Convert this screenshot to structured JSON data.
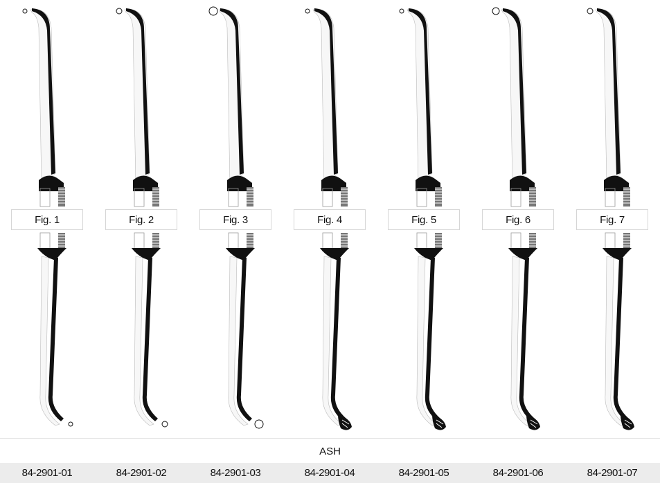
{
  "instruments": [
    {
      "fig": "Fig. 1",
      "code": "84-2901-01"
    },
    {
      "fig": "Fig. 2",
      "code": "84-2901-02"
    },
    {
      "fig": "Fig. 3",
      "code": "84-2901-03"
    },
    {
      "fig": "Fig. 4",
      "code": "84-2901-04"
    },
    {
      "fig": "Fig. 5",
      "code": "84-2901-05"
    },
    {
      "fig": "Fig. 6",
      "code": "84-2901-06"
    },
    {
      "fig": "Fig. 7",
      "code": "84-2901-07"
    }
  ],
  "brand": "ASH",
  "colors": {
    "background": "#ffffff",
    "band": "#ececec",
    "ink": "#111111"
  }
}
